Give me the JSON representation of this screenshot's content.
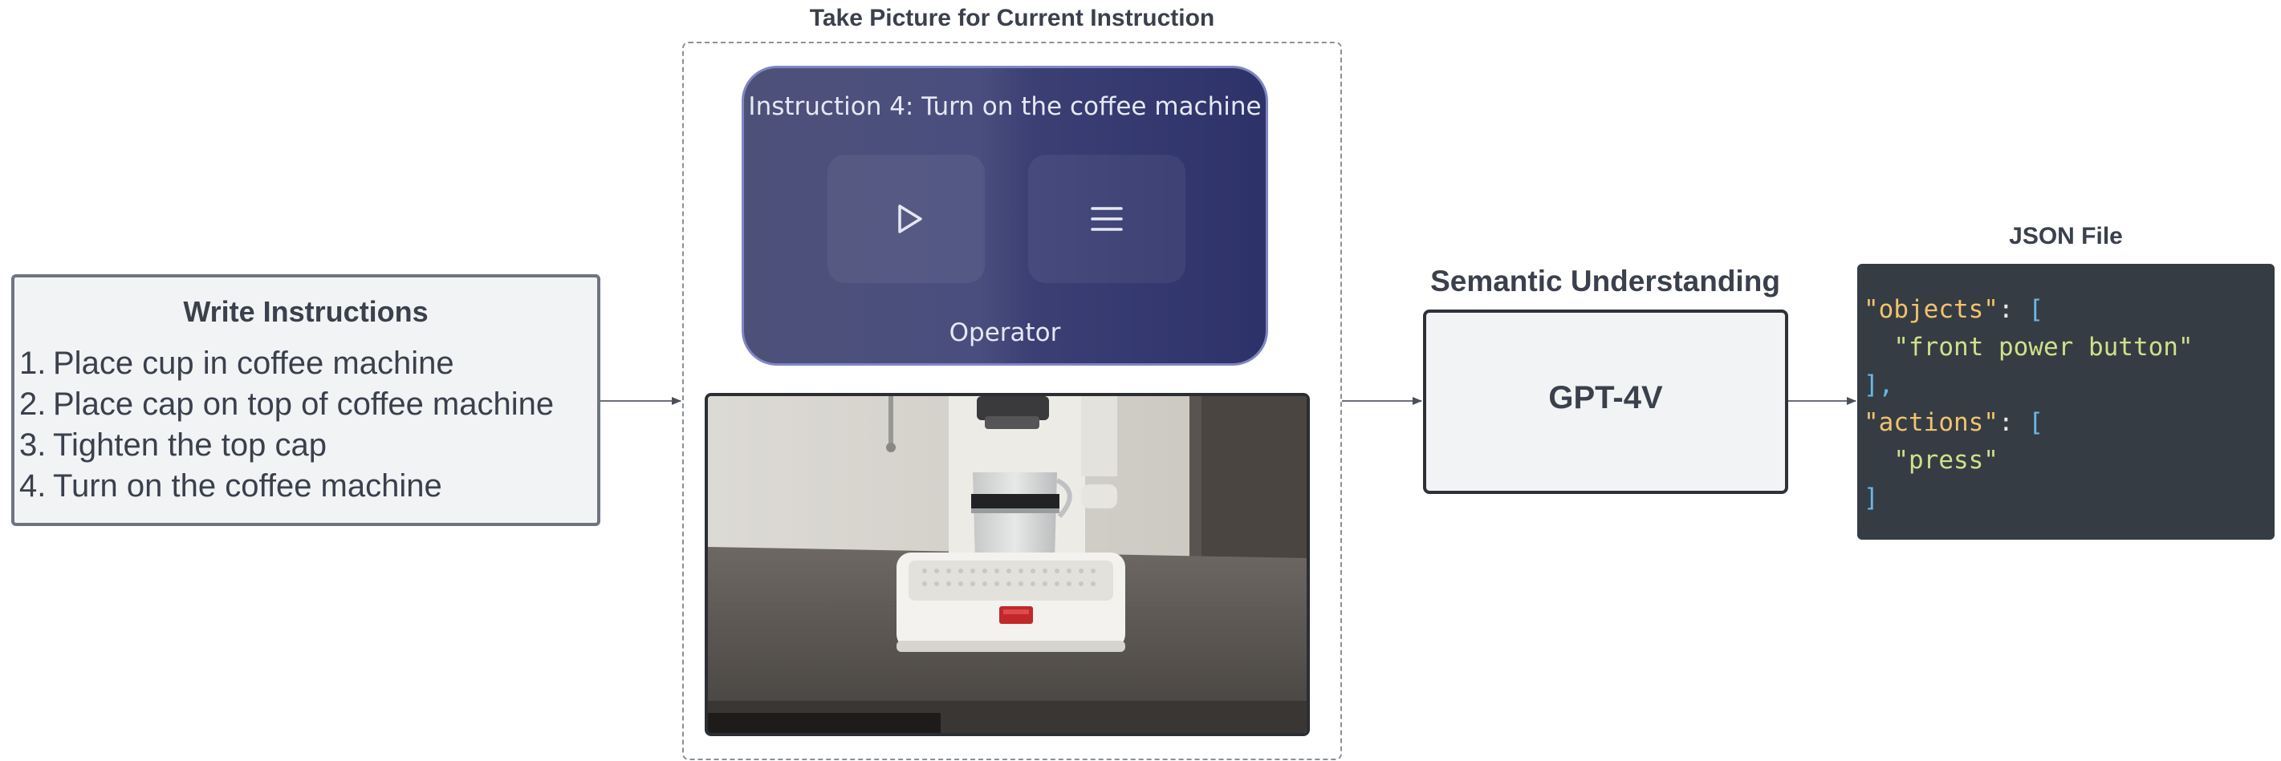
{
  "write_instructions": {
    "title": "Write Instructions",
    "items": [
      {
        "num": "1.",
        "text": "Place cup in coffee machine"
      },
      {
        "num": "2.",
        "text": "Place cap on top of coffee machine"
      },
      {
        "num": "3.",
        "text": "Tighten the top cap"
      },
      {
        "num": "4.",
        "text": "Turn on the coffee machine"
      }
    ]
  },
  "take_picture": {
    "title": "Take Picture for Current Instruction",
    "panel": {
      "instruction": "Instruction 4: Turn on the coffee machine",
      "operator_label": "Operator",
      "play_icon": "play-icon",
      "menu_icon": "menu-icon"
    }
  },
  "semantic": {
    "title": "Semantic Understanding",
    "model": "GPT-4V"
  },
  "json_file": {
    "title": "JSON File",
    "key_objects": "\"objects\"",
    "value_objects": "\"front power button\"",
    "key_actions": "\"actions\"",
    "value_actions": "\"press\""
  },
  "colors": {
    "json_background": "#363c44",
    "json_key": "#f2c36b",
    "json_string": "#cfe08a",
    "json_punct": "#6ab8e6",
    "panel_blue": "#3b3f74"
  }
}
